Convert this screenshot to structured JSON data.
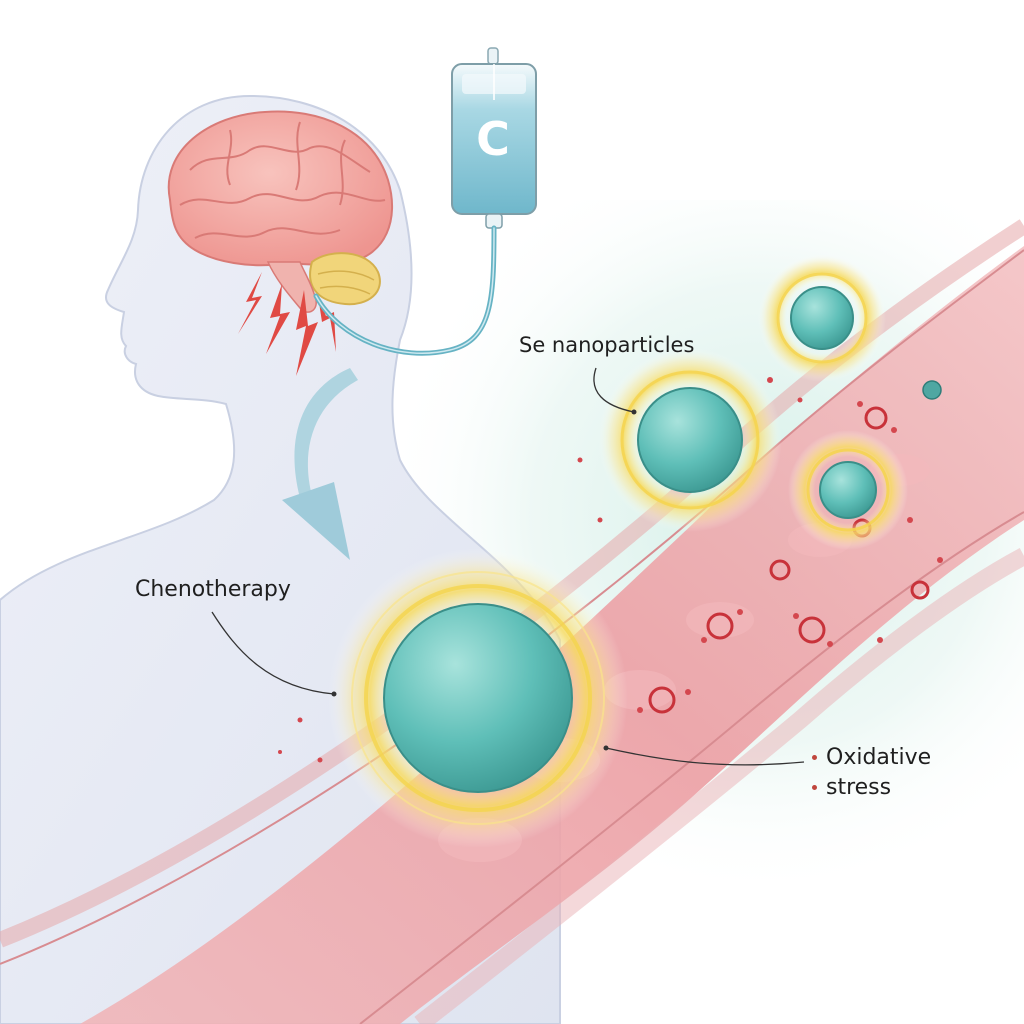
{
  "labels": {
    "nanoparticles": "Se nanoparticles",
    "chemotherapy": "Chenotherapy",
    "oxidative_line1": "Oxidative",
    "oxidative_line2": "stress"
  },
  "iv_bag": {
    "letter": "C"
  },
  "colors": {
    "nanoparticle": "#5fbfb8",
    "nanoparticle_glow": "#f4d44e",
    "brain": "#f3a6a0",
    "cerebellum": "#f1d57a",
    "vessel_wall": "#f3c4c4",
    "vessel_lumen": "#ea9a9f",
    "iv_fluid": "#86c6d6",
    "body": "#e6e9f3",
    "arrow": "#9fcbda",
    "damage_cell": "#c8323a"
  },
  "icons": {
    "brain": "brain-icon",
    "iv_bag": "iv-bag-icon",
    "nanoparticle": "nanoparticle-icon",
    "damaged_cell": "damaged-cell-icon"
  }
}
